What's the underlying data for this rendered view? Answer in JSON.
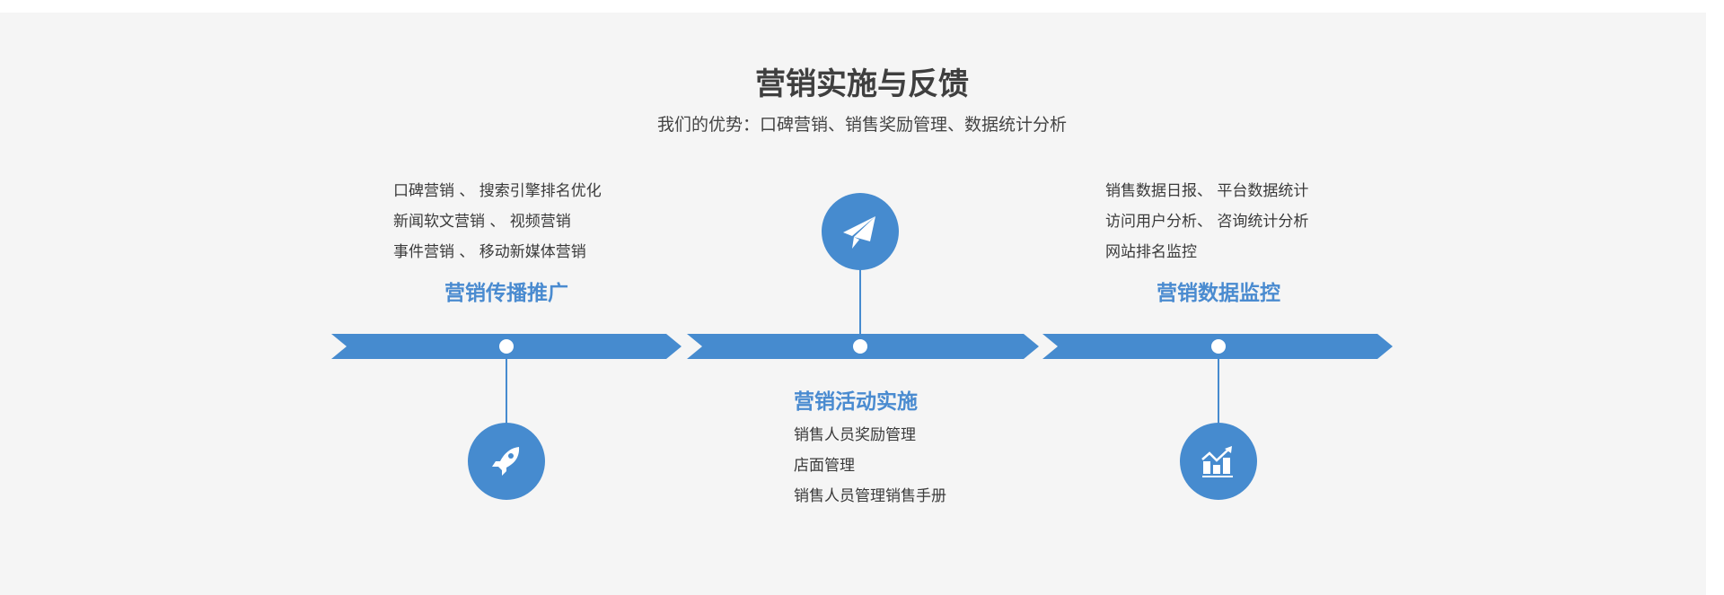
{
  "title": "营销实施与反馈",
  "subtitle": "我们的优势：口碑营销、销售奖励管理、数据统计分析",
  "colors": {
    "accent": "#468bcf",
    "background": "#f5f5f5",
    "text": "#3a3a3a"
  },
  "stages": [
    {
      "heading": "营销传播推广",
      "icon": "rocket-icon",
      "items": [
        "口碑营销 、 搜索引擎排名优化",
        "新闻软文营销 、 视频营销",
        "事件营销 、 移动新媒体营销"
      ]
    },
    {
      "heading": "营销活动实施",
      "icon": "paper-plane-icon",
      "items": [
        "销售人员奖励管理",
        "店面管理",
        "销售人员管理销售手册"
      ]
    },
    {
      "heading": "营销数据监控",
      "icon": "chart-growth-icon",
      "items": [
        "销售数据日报、 平台数据统计",
        "访问用户分析、 咨询统计分析",
        "网站排名监控"
      ]
    }
  ]
}
